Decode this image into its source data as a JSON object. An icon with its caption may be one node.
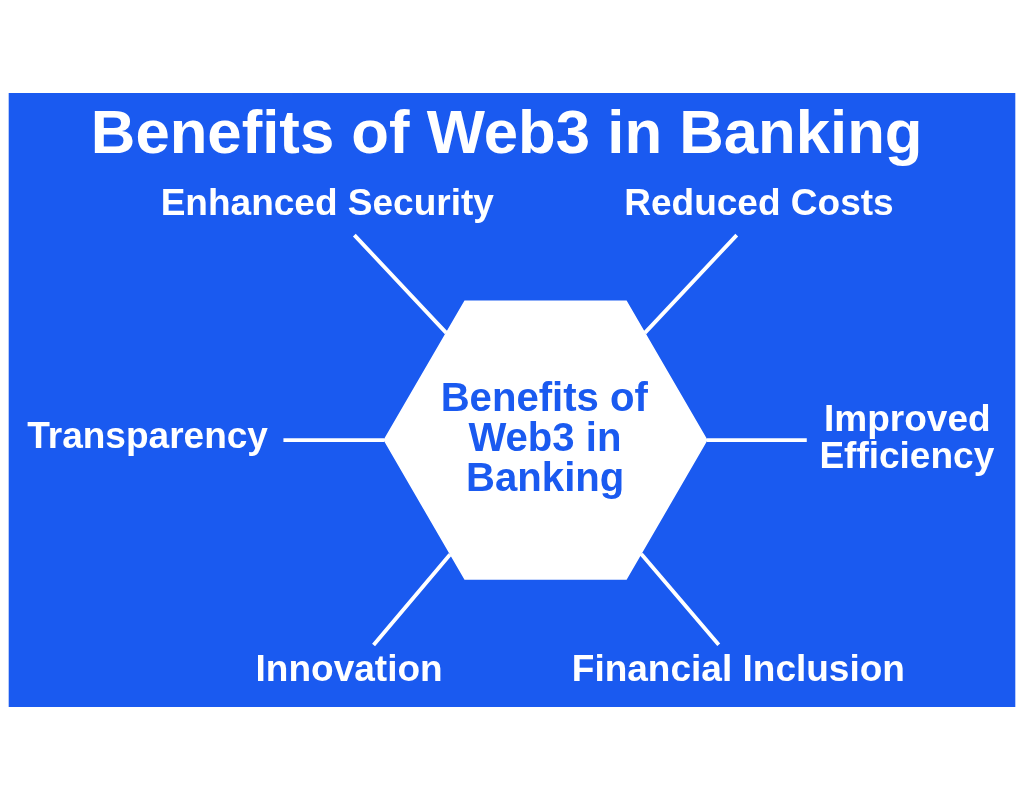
{
  "diagram": {
    "title": "Benefits of Web3 in Banking",
    "nodes": [
      {
        "text": [
          "Enhanced Security"
        ]
      },
      {
        "text": [
          "Reduced Costs"
        ]
      },
      {
        "text": [
          "Transparency"
        ]
      },
      {
        "text": [
          "Benefits of Web3 in Banking"
        ]
      },
      {
        "text": [
          "Improved Efficiency"
        ]
      },
      {
        "text": [
          "Innovation"
        ]
      },
      {
        "text": [
          "Financial Inclusion"
        ]
      }
    ],
    "edges": [
      {
        "from": 0,
        "to": 3,
        "arrow": "none"
      },
      {
        "from": 1,
        "to": 3,
        "arrow": "none"
      },
      {
        "from": 2,
        "to": 3,
        "arrow": "none"
      },
      {
        "from": 3,
        "to": 4,
        "arrow": "none"
      },
      {
        "from": 3,
        "to": 5,
        "arrow": "none"
      },
      {
        "from": 3,
        "to": 6,
        "arrow": "none"
      }
    ]
  }
}
